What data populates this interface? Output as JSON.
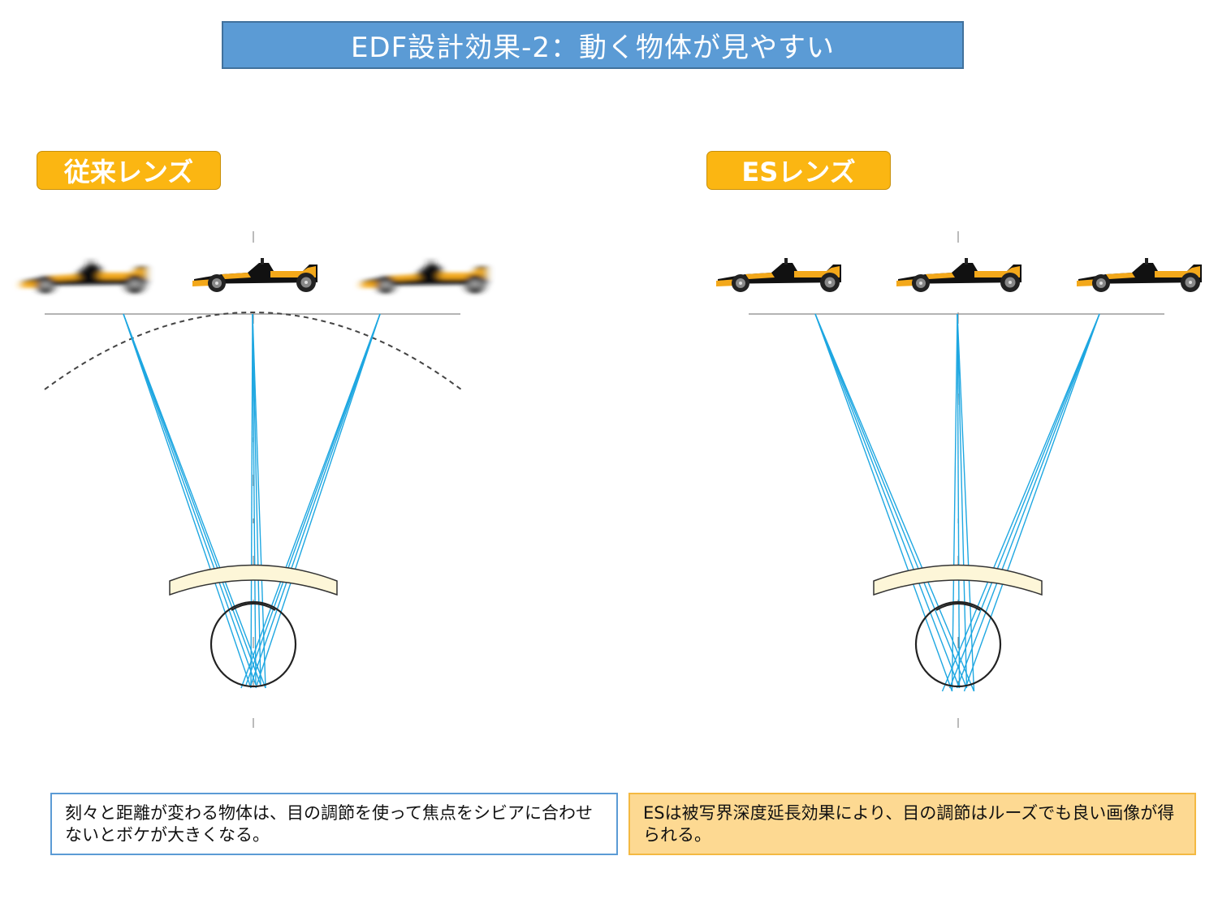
{
  "title": "EDF設計効果-2：動く物体が見やすい",
  "labels": {
    "conventional": "従来レンズ",
    "es": "ESレンズ"
  },
  "captions": {
    "conventional": "刻々と距離が変わる物体は、目の調節を使って焦点をシビアに合わせないとボケが大きくなる。",
    "es": "ESは被写界深度延長効果により、目の調節はルーズでも良い画像が得られる。"
  },
  "colors": {
    "title_bg": "#5b9bd5",
    "label_bg": "#fbb612",
    "ray": "#1ea7e1",
    "lens_fill": "#fdf6d8",
    "es_caption_bg": "#fdd992"
  },
  "icons": [
    "race-car-icon",
    "eye-icon",
    "spectacle-lens-icon"
  ]
}
